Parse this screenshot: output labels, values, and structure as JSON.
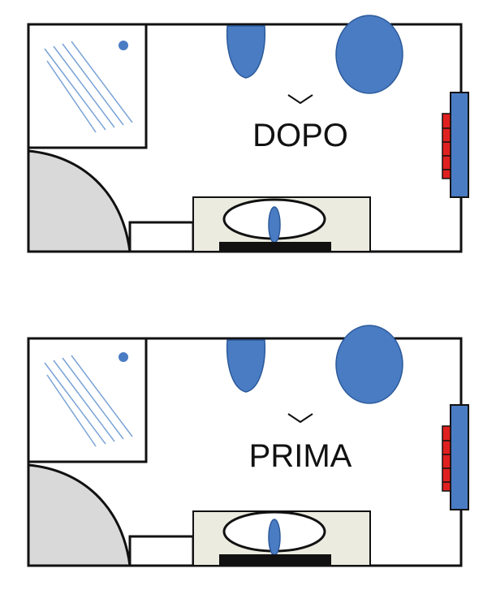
{
  "plans": [
    {
      "id": "dopo",
      "label": "DOPO"
    },
    {
      "id": "prima",
      "label": "PRIMA"
    }
  ],
  "colors": {
    "wall": "#111111",
    "fixture_blue": "#4a7cc4",
    "fixture_blue_stroke": "#2c5a9a",
    "shower_glass_lines": "#7aa3d6",
    "door_swing_fill": "#d9d9d9",
    "vanity_fill": "#ecebe0",
    "radiator_red": "#e02020",
    "background": "#ffffff"
  },
  "icons": {
    "shower": "shower-tray-icon",
    "door": "door-swing-icon",
    "sink": "sink-icon",
    "toilet": "toilet-icon",
    "bidet": "bidet-icon",
    "radiator": "radiator-icon",
    "view": "chevron-down-icon"
  }
}
